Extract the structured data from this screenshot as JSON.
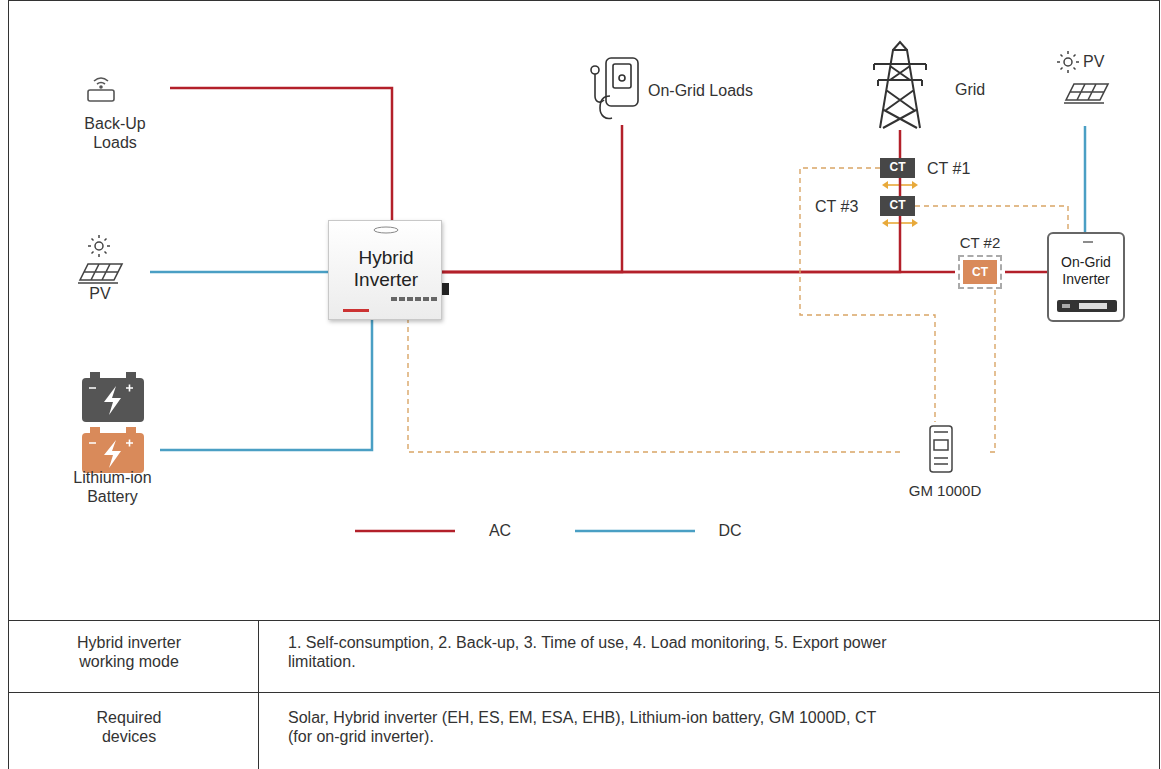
{
  "diagram": {
    "nodes": [
      {
        "text": [
          "Back-Up Loads"
        ]
      },
      {
        "text": [
          "PV"
        ]
      },
      {
        "text": [
          "Hybrid Inverter"
        ]
      },
      {
        "text": [
          "Lithium-ion Battery"
        ]
      },
      {
        "text": [
          "On-Grid Loads"
        ]
      },
      {
        "text": [
          "Grid"
        ]
      },
      {
        "text": [
          "CT",
          "CT #1"
        ]
      },
      {
        "text": [
          "CT",
          "CT #3"
        ]
      },
      {
        "text": [
          "CT #2",
          "CT"
        ]
      },
      {
        "text": [
          "PV"
        ]
      },
      {
        "text": [
          "On-Grid Inverter"
        ]
      },
      {
        "text": [
          "GM 1000D"
        ]
      }
    ],
    "edges": [
      {
        "from": 0,
        "to": 2,
        "arrow": "none"
      },
      {
        "from": 1,
        "to": 2,
        "arrow": "none"
      },
      {
        "from": 3,
        "to": 2,
        "arrow": "none"
      },
      {
        "from": 2,
        "to": 4,
        "arrow": "none"
      },
      {
        "from": 5,
        "to": 6,
        "arrow": "none"
      },
      {
        "from": 6,
        "to": 7,
        "arrow": "none"
      },
      {
        "from": 7,
        "to": 2,
        "arrow": "none"
      },
      {
        "from": 2,
        "to": 8,
        "arrow": "none"
      },
      {
        "from": 8,
        "to": 10,
        "arrow": "none"
      },
      {
        "from": 9,
        "to": 10,
        "arrow": "none"
      },
      {
        "from": 11,
        "to": 2,
        "arrow": "none"
      },
      {
        "from": 6,
        "to": 11,
        "arrow": "none"
      },
      {
        "from": 8,
        "to": 11,
        "arrow": "none"
      },
      {
        "from": 7,
        "to": 10,
        "arrow": "none"
      }
    ],
    "labels": [
      "Hybrid inverter working mode",
      "1. Self-consumption, 2. Back-up, 3. Time of use, 4. Load monitoring, 5. Export power limitation.",
      "Required devices",
      "Solar, Hybrid inverter (EH, ES, EM, ESA, EHB), Lithium-ion battery, GM 1000D, CT (for on-grid inverter)."
    ],
    "legend": [
      {
        "text": "AC"
      },
      {
        "text": "DC"
      }
    ]
  }
}
